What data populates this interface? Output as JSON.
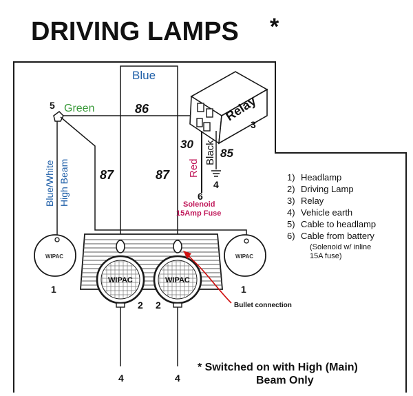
{
  "title": "DRIVING LAMPS",
  "title_star": "*",
  "wire_labels": {
    "blue": "Blue",
    "green": "Green",
    "blue_white": "Blue/White",
    "high_beam": "High Beam",
    "red": "Red",
    "black": "Black"
  },
  "terminal_labels": {
    "t86": "86",
    "t87_left": "87",
    "t87_right": "87",
    "t30": "30",
    "t85": "85"
  },
  "component_labels": {
    "relay": "Relay",
    "solenoid_line1": "Solenoid",
    "solenoid_line2": "15Amp Fuse",
    "bullet": "Bullet connection",
    "lamp_brand": "WIPAC"
  },
  "callouts": {
    "relay_num": "3",
    "cable_num": "5",
    "battery_num": "6",
    "earth_num": "4",
    "headlamp_left": "1",
    "headlamp_right": "1",
    "driving_left": "2",
    "driving_right": "2",
    "earth_bottom_left": "4",
    "earth_bottom_right": "4"
  },
  "legend": [
    {
      "num": "1)",
      "text": "Headlamp"
    },
    {
      "num": "2)",
      "text": "Driving Lamp"
    },
    {
      "num": "3)",
      "text": "Relay"
    },
    {
      "num": "4)",
      "text": "Vehicle earth"
    },
    {
      "num": "5)",
      "text": "Cable to headlamp"
    },
    {
      "num": "6)",
      "text": "Cable from battery"
    }
  ],
  "legend_note_line1": "(Solenoid w/ inline",
  "legend_note_line2": "15A fuse)",
  "footnote_line1": "* Switched on with High (Main)",
  "footnote_line2": "Beam Only",
  "colors": {
    "blue": "#1f5fa8",
    "green": "#3a9a3a",
    "red": "#c0185a",
    "bullet_arrow": "#d01010",
    "line": "#1a1a1a"
  }
}
